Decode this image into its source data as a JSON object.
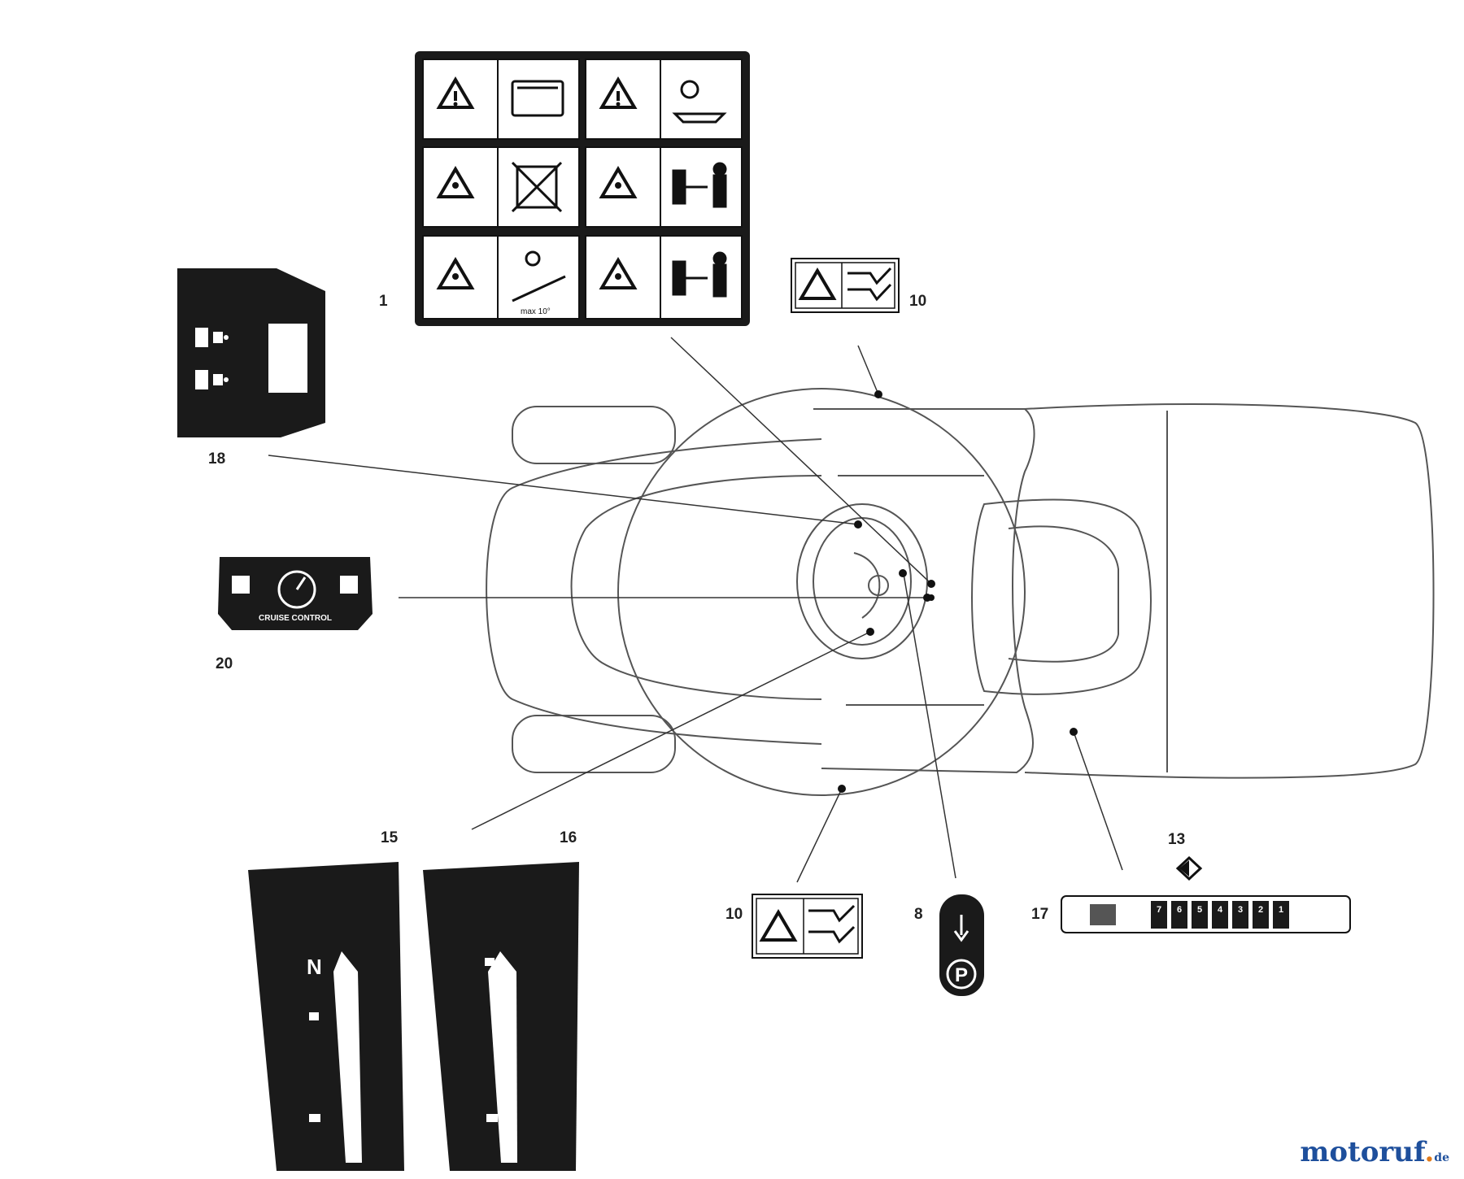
{
  "callouts": {
    "c1": "1",
    "c10a": "10",
    "c18": "18",
    "c20": "20",
    "c15": "15",
    "c16": "16",
    "c13": "13",
    "c10b": "10",
    "c8": "8",
    "c17": "17"
  },
  "decal_texts": {
    "max_slope": "max 10°",
    "cruise_control": "CRUISE CONTROL",
    "neutral_letter": "N",
    "park_letter": "P",
    "gear_numbers": [
      "7",
      "6",
      "5",
      "4",
      "3",
      "2",
      "1"
    ]
  },
  "brand": {
    "main": "motoruf",
    "accent": ".",
    "tld": "de"
  },
  "colors": {
    "decal_fill": "#1a1a1a",
    "outline": "#555555",
    "brand_blue": "#1e4f9c",
    "brand_orange": "#e07a1a"
  }
}
